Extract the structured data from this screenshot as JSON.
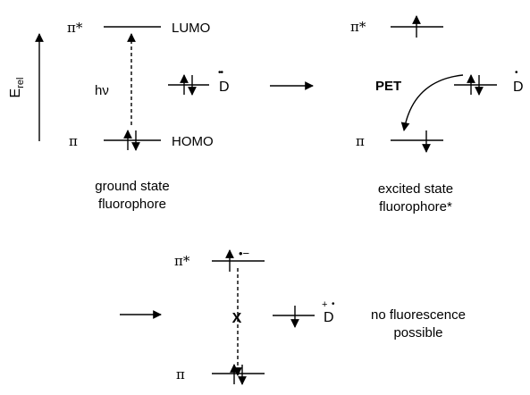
{
  "axis": {
    "label": "E",
    "subscript": "rel"
  },
  "levels": {
    "pi_star": "π*",
    "pi": "π",
    "lumo": "LUMO",
    "homo": "HOMO"
  },
  "excitation": "hν",
  "donor": {
    "letter": "D",
    "neutral_dots": "••",
    "radical_dot": "•",
    "cation_sign": "+"
  },
  "anion_label": "•−",
  "pet_label": "PET",
  "blocked_mark": "X",
  "captions": {
    "ground": [
      "ground state",
      "fluorophore"
    ],
    "excited": [
      "excited state",
      "fluorophore*"
    ],
    "result": [
      "no fluorescence",
      "possible"
    ]
  }
}
